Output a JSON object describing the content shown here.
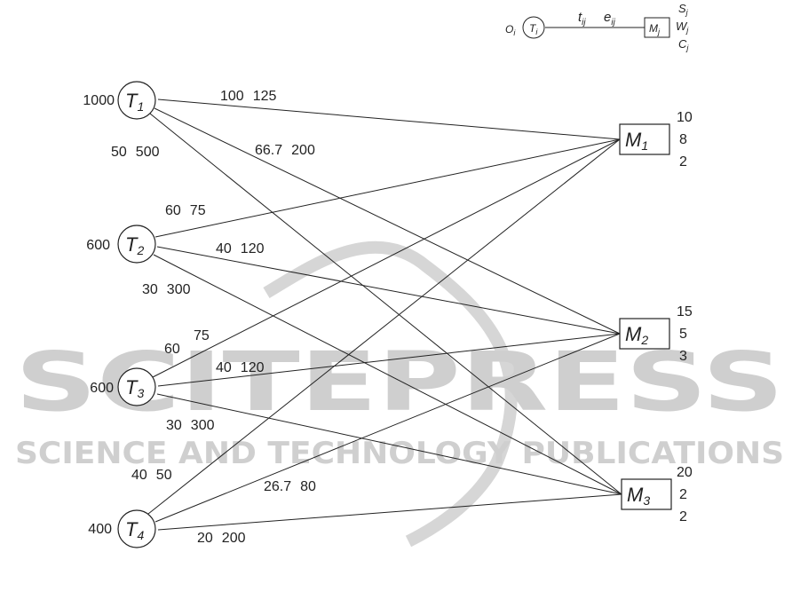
{
  "watermark": {
    "title": "SCITEPRESS",
    "subtitle": "SCIENCE AND TECHNOLOGY PUBLICATIONS"
  },
  "legend": {
    "origin": "O",
    "origin_sub": "i",
    "task": "T",
    "task_sub": "i",
    "time": "t",
    "time_sub": "ij",
    "energy": "e",
    "energy_sub": "ij",
    "machine": "M",
    "machine_sub": "j",
    "s": "S",
    "s_sub": "j",
    "w": "W",
    "w_sub": "j",
    "c": "C",
    "c_sub": "j"
  },
  "tasks": [
    {
      "name": "T",
      "sub": "1",
      "value": "1000"
    },
    {
      "name": "T",
      "sub": "2",
      "value": "600"
    },
    {
      "name": "T",
      "sub": "3",
      "value": "600"
    },
    {
      "name": "T",
      "sub": "4",
      "value": "400"
    }
  ],
  "machines": [
    {
      "name": "M",
      "sub": "1",
      "s": "10",
      "w": "8",
      "c": "2"
    },
    {
      "name": "M",
      "sub": "2",
      "s": "15",
      "w": "5",
      "c": "3"
    },
    {
      "name": "M",
      "sub": "3",
      "s": "20",
      "w": "2",
      "c": "2"
    }
  ],
  "edges": [
    {
      "from": 1,
      "to": 1,
      "t": "100",
      "e": "125"
    },
    {
      "from": 1,
      "to": 2,
      "t": "66.7",
      "e": "200"
    },
    {
      "from": 1,
      "to": 3,
      "t": "50",
      "e": "500"
    },
    {
      "from": 2,
      "to": 1,
      "t": "60",
      "e": "75"
    },
    {
      "from": 2,
      "to": 2,
      "t": "40",
      "e": "120"
    },
    {
      "from": 2,
      "to": 3,
      "t": "30",
      "e": "300"
    },
    {
      "from": 3,
      "to": 1,
      "t": "60",
      "e": "75"
    },
    {
      "from": 3,
      "to": 2,
      "t": "40",
      "e": "120"
    },
    {
      "from": 3,
      "to": 3,
      "t": "30",
      "e": "300"
    },
    {
      "from": 4,
      "to": 1,
      "t": "40",
      "e": "50"
    },
    {
      "from": 4,
      "to": 2,
      "t": "26.7",
      "e": "80"
    },
    {
      "from": 4,
      "to": 3,
      "t": "20",
      "e": "200"
    }
  ]
}
